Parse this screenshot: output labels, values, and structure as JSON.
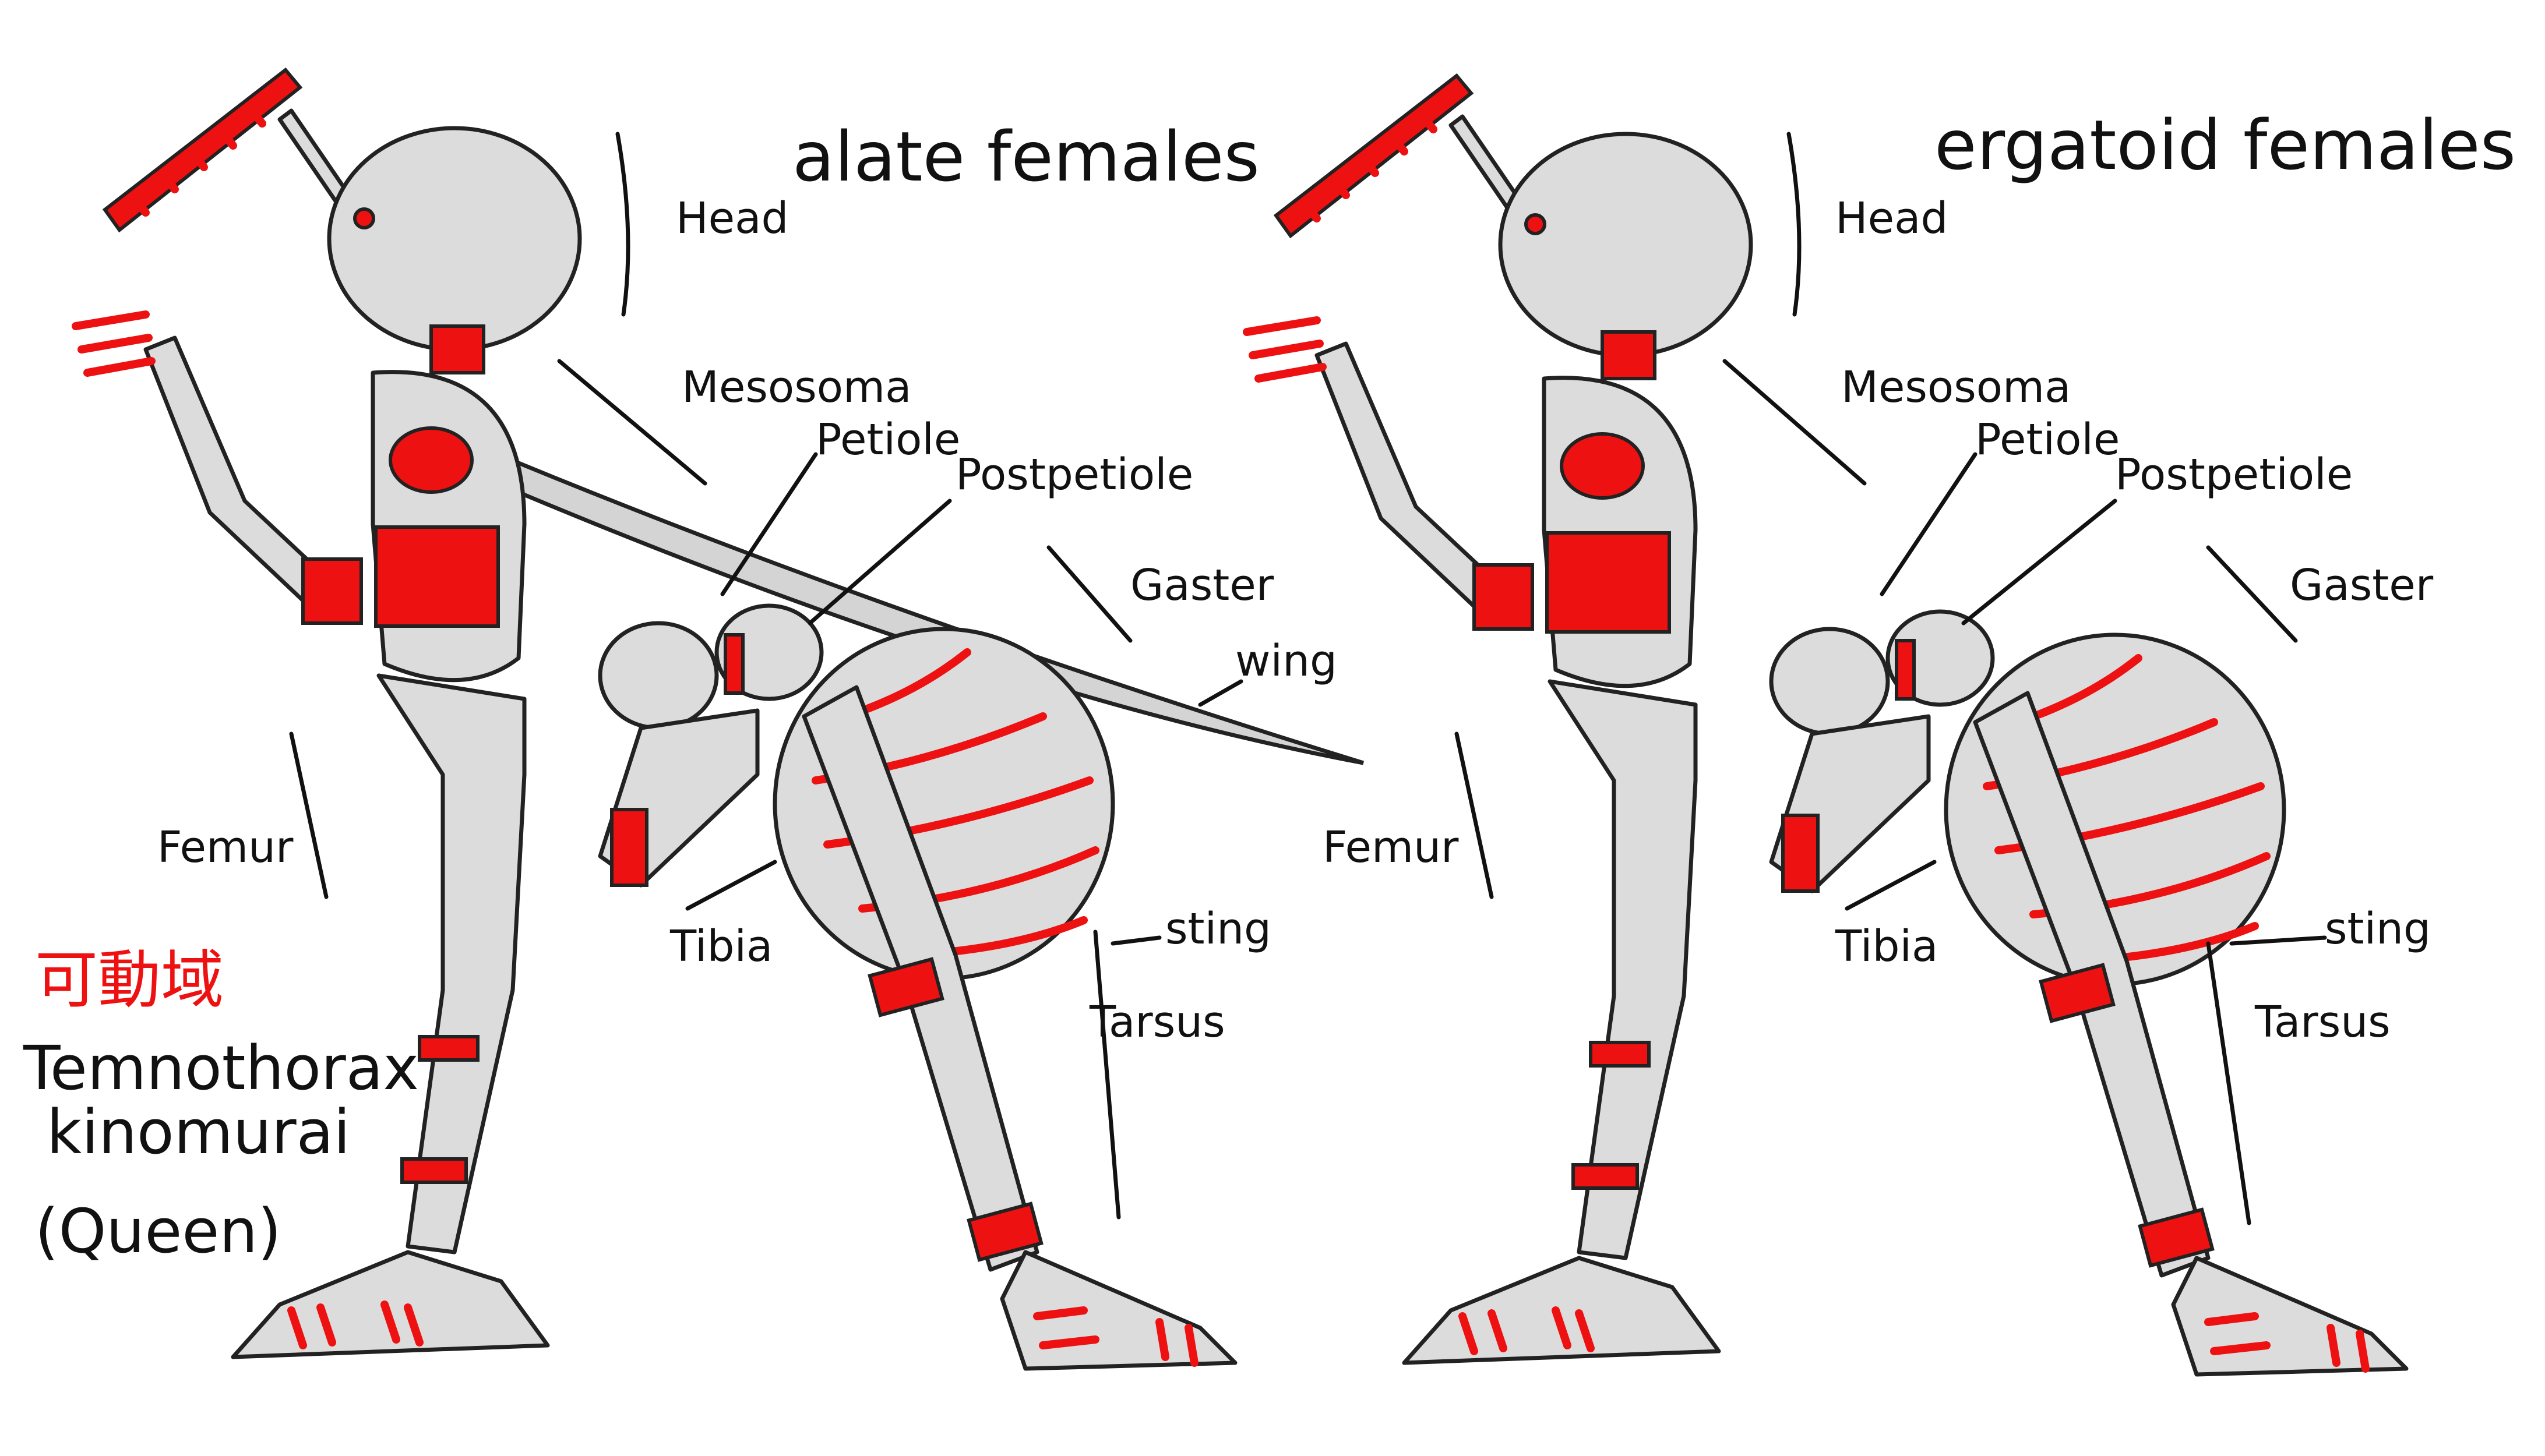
{
  "left": {
    "title": "alate females",
    "head": "Head",
    "mesosoma": "Mesosoma",
    "petiole": "Petiole",
    "postpetiole": "Postpetiole",
    "gaster": "Gaster",
    "wing": "wing",
    "femur": "Femur",
    "tibia": "Tibia",
    "sting": "sting",
    "tarsus": "Tarsus"
  },
  "right": {
    "title": "ergatoid females",
    "head": "Head",
    "mesosoma": "Mesosoma",
    "petiole": "Petiole",
    "postpetiole": "Postpetiole",
    "gaster": "Gaster",
    "femur": "Femur",
    "tibia": "Tibia",
    "sting": "sting",
    "tarsus": "Tarsus"
  },
  "caption": {
    "range": "可動域",
    "species_line1": "Temnothorax",
    "species_line2": "kinomurai",
    "caste": "(Queen)"
  },
  "colors": {
    "joint_red": "#ee1111",
    "body_gray": "#dcdcdc",
    "outline": "#222222"
  }
}
